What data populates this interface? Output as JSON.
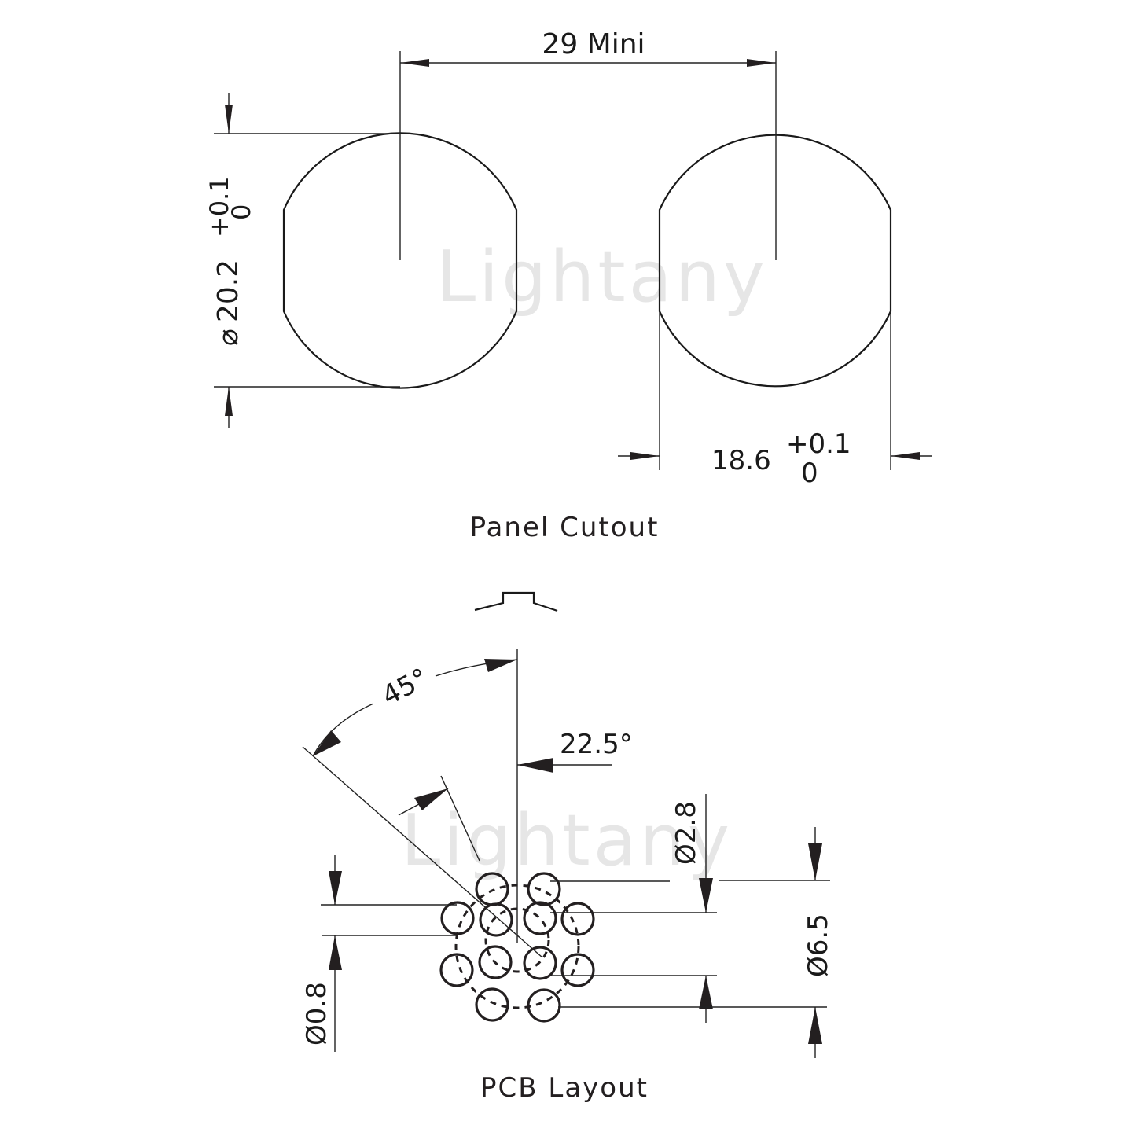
{
  "watermark": "Lightany",
  "panel_cutout": {
    "title": "Panel Cutout",
    "spacing_label": "29 Mini",
    "diameter": {
      "symbol": "⌀",
      "value": "20.2",
      "tol_upper": "+0.1",
      "tol_lower": "0"
    },
    "flat_width": {
      "value": "18.6",
      "tol_upper": "+0.1",
      "tol_lower": "0"
    }
  },
  "pcb_layout": {
    "title": "PCB Layout",
    "angle_outer": "45°",
    "angle_offset": "22.5°",
    "pin_diameter": "Ø0.8",
    "inner_circle_diameter": "Ø2.8",
    "outer_circle_diameter": "Ø6.5",
    "pin_count": 12,
    "pins_outer_ring": 8,
    "pins_inner_ring": 4
  }
}
